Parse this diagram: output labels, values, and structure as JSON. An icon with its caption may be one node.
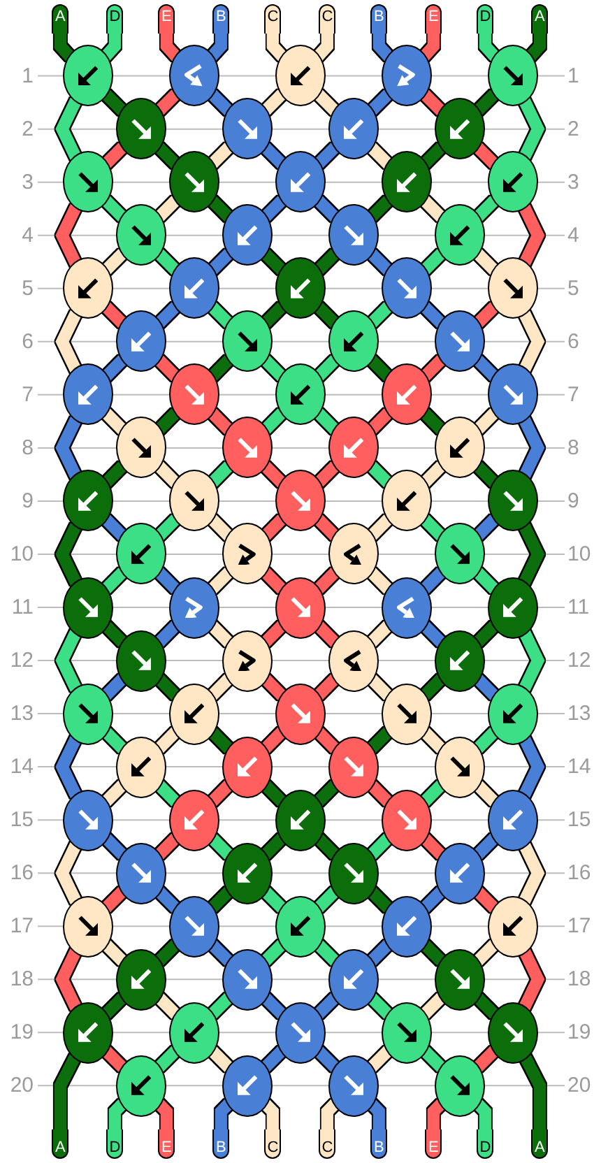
{
  "diagram": {
    "nodes": [
      {
        "text": [
          "A"
        ]
      },
      {
        "text": [
          "D"
        ]
      },
      {
        "text": [
          "E"
        ]
      },
      {
        "text": [
          "B"
        ]
      },
      {
        "text": [
          "C"
        ]
      },
      {
        "text": [
          "C"
        ]
      },
      {
        "text": [
          "B"
        ]
      },
      {
        "text": [
          "E"
        ]
      },
      {
        "text": [
          "D"
        ]
      },
      {
        "text": [
          "A"
        ]
      },
      {
        "text": [],
        "shape": "ellipse"
      },
      {
        "text": [],
        "shape": "ellipse"
      },
      {
        "text": [],
        "shape": "ellipse"
      },
      {
        "text": [],
        "shape": "ellipse"
      },
      {
        "text": [],
        "shape": "ellipse"
      },
      {
        "text": [],
        "shape": "ellipse"
      },
      {
        "text": [],
        "shape": "ellipse"
      },
      {
        "text": [],
        "shape": "ellipse"
      },
      {
        "text": [],
        "shape": "ellipse"
      },
      {
        "text": [],
        "shape": "ellipse"
      },
      {
        "text": [],
        "shape": "ellipse"
      },
      {
        "text": [],
        "shape": "ellipse"
      },
      {
        "text": [],
        "shape": "ellipse"
      },
      {
        "text": [],
        "shape": "ellipse"
      },
      {
        "text": [],
        "shape": "ellipse"
      },
      {
        "text": [],
        "shape": "ellipse"
      },
      {
        "text": [],
        "shape": "ellipse"
      },
      {
        "text": [],
        "shape": "ellipse"
      },
      {
        "text": [],
        "shape": "ellipse"
      },
      {
        "text": [],
        "shape": "ellipse"
      },
      {
        "text": [],
        "shape": "ellipse"
      },
      {
        "text": [],
        "shape": "ellipse"
      },
      {
        "text": [],
        "shape": "ellipse"
      },
      {
        "text": [],
        "shape": "ellipse"
      },
      {
        "text": [],
        "shape": "ellipse"
      },
      {
        "text": [],
        "shape": "ellipse"
      },
      {
        "text": [],
        "shape": "ellipse"
      },
      {
        "text": [],
        "shape": "ellipse"
      },
      {
        "text": [],
        "shape": "ellipse"
      },
      {
        "text": [],
        "shape": "ellipse"
      },
      {
        "text": [],
        "shape": "ellipse"
      },
      {
        "text": [],
        "shape": "ellipse"
      },
      {
        "text": [],
        "shape": "ellipse"
      },
      {
        "text": [],
        "shape": "ellipse"
      },
      {
        "text": [],
        "shape": "ellipse"
      },
      {
        "text": [],
        "shape": "ellipse"
      },
      {
        "text": [],
        "shape": "ellipse"
      },
      {
        "text": [],
        "shape": "ellipse"
      },
      {
        "text": [],
        "shape": "ellipse"
      },
      {
        "text": [],
        "shape": "ellipse"
      },
      {
        "text": [],
        "shape": "ellipse"
      },
      {
        "text": [],
        "shape": "ellipse"
      },
      {
        "text": [],
        "shape": "ellipse"
      },
      {
        "text": [],
        "shape": "ellipse"
      },
      {
        "text": [],
        "shape": "ellipse"
      },
      {
        "text": [],
        "shape": "ellipse"
      },
      {
        "text": [],
        "shape": "ellipse"
      },
      {
        "text": [],
        "shape": "ellipse"
      },
      {
        "text": [],
        "shape": "ellipse"
      },
      {
        "text": [],
        "shape": "ellipse"
      },
      {
        "text": [],
        "shape": "ellipse"
      },
      {
        "text": [],
        "shape": "ellipse"
      },
      {
        "text": [],
        "shape": "ellipse"
      },
      {
        "text": [],
        "shape": "ellipse"
      },
      {
        "text": [],
        "shape": "ellipse"
      },
      {
        "text": [],
        "shape": "ellipse"
      },
      {
        "text": [],
        "shape": "ellipse"
      },
      {
        "text": [],
        "shape": "ellipse"
      },
      {
        "text": [],
        "shape": "ellipse"
      },
      {
        "text": [],
        "shape": "ellipse"
      },
      {
        "text": [],
        "shape": "ellipse"
      },
      {
        "text": [],
        "shape": "ellipse"
      },
      {
        "text": [],
        "shape": "ellipse"
      },
      {
        "text": [],
        "shape": "ellipse"
      },
      {
        "text": [],
        "shape": "ellipse"
      },
      {
        "text": [],
        "shape": "ellipse"
      },
      {
        "text": [],
        "shape": "ellipse"
      },
      {
        "text": [],
        "shape": "ellipse"
      },
      {
        "text": [],
        "shape": "ellipse"
      },
      {
        "text": [],
        "shape": "ellipse"
      },
      {
        "text": [],
        "shape": "ellipse"
      },
      {
        "text": [],
        "shape": "ellipse"
      },
      {
        "text": [],
        "shape": "ellipse"
      },
      {
        "text": [],
        "shape": "ellipse"
      },
      {
        "text": [],
        "shape": "ellipse"
      },
      {
        "text": [],
        "shape": "ellipse"
      },
      {
        "text": [],
        "shape": "ellipse"
      },
      {
        "text": [],
        "shape": "ellipse"
      },
      {
        "text": [],
        "shape": "ellipse"
      },
      {
        "text": [],
        "shape": "ellipse"
      },
      {
        "text": [],
        "shape": "ellipse"
      },
      {
        "text": [],
        "shape": "ellipse"
      },
      {
        "text": [],
        "shape": "ellipse"
      },
      {
        "text": [],
        "shape": "ellipse"
      },
      {
        "text": [],
        "shape": "ellipse"
      },
      {
        "text": [],
        "shape": "ellipse"
      },
      {
        "text": [],
        "shape": "ellipse"
      },
      {
        "text": [],
        "shape": "ellipse"
      },
      {
        "text": [],
        "shape": "ellipse"
      },
      {
        "text": [],
        "shape": "ellipse"
      },
      {
        "text": [
          "A"
        ]
      },
      {
        "text": [
          "D"
        ]
      },
      {
        "text": [
          "E"
        ]
      },
      {
        "text": [
          "B"
        ]
      },
      {
        "text": [
          "C"
        ]
      },
      {
        "text": [
          "C"
        ]
      },
      {
        "text": [
          "B"
        ]
      },
      {
        "text": [
          "E"
        ]
      },
      {
        "text": [
          "D"
        ]
      },
      {
        "text": [
          "A"
        ]
      }
    ],
    "edges": [
      {
        "from": 0,
        "to": 10,
        "arrow": "none",
        "color": "#0b6e0b"
      },
      {
        "from": 1,
        "to": 10,
        "arrow": "none",
        "color": "#3ddf86"
      },
      {
        "from": 2,
        "to": 11,
        "arrow": "none",
        "color": "#ff5f5f"
      },
      {
        "from": 3,
        "to": 11,
        "arrow": "none",
        "color": "#4a7fd6"
      },
      {
        "from": 4,
        "to": 12,
        "arrow": "none",
        "color": "#ffe6c4"
      },
      {
        "from": 5,
        "to": 12,
        "arrow": "none",
        "color": "#ffe6c4"
      },
      {
        "from": 6,
        "to": 13,
        "arrow": "none",
        "color": "#4a7fd6"
      },
      {
        "from": 7,
        "to": 13,
        "arrow": "none",
        "color": "#ff5f5f"
      },
      {
        "from": 8,
        "to": 14,
        "arrow": "none",
        "color": "#3ddf86"
      },
      {
        "from": 9,
        "to": 14,
        "arrow": "none",
        "color": "#0b6e0b"
      },
      {
        "from": 10,
        "to": 15,
        "arrow": "none",
        "color": "#0b6e0b"
      },
      {
        "from": 11,
        "to": 15,
        "arrow": "none",
        "color": "#ff5f5f"
      },
      {
        "from": 11,
        "to": 16,
        "arrow": "none",
        "color": "#4a7fd6"
      },
      {
        "from": 12,
        "to": 16,
        "arrow": "none",
        "color": "#ffe6c4"
      },
      {
        "from": 12,
        "to": 17,
        "arrow": "none",
        "color": "#ffe6c4"
      },
      {
        "from": 13,
        "to": 17,
        "arrow": "none",
        "color": "#4a7fd6"
      },
      {
        "from": 13,
        "to": 18,
        "arrow": "none",
        "color": "#ff5f5f"
      },
      {
        "from": 14,
        "to": 18,
        "arrow": "none",
        "color": "#0b6e0b"
      },
      {
        "from": 10,
        "to": 19,
        "arrow": "none",
        "color": "#3ddf86"
      },
      {
        "from": 15,
        "to": 19,
        "arrow": "none",
        "color": "#ff5f5f"
      },
      {
        "from": 15,
        "to": 20,
        "arrow": "none",
        "color": "#0b6e0b"
      },
      {
        "from": 16,
        "to": 20,
        "arrow": "none",
        "color": "#ffe6c4"
      },
      {
        "from": 16,
        "to": 21,
        "arrow": "none",
        "color": "#4a7fd6"
      },
      {
        "from": 17,
        "to": 21,
        "arrow": "none",
        "color": "#4a7fd6"
      },
      {
        "from": 17,
        "to": 22,
        "arrow": "none",
        "color": "#ffe6c4"
      },
      {
        "from": 18,
        "to": 22,
        "arrow": "none",
        "color": "#0b6e0b"
      },
      {
        "from": 18,
        "to": 23,
        "arrow": "none",
        "color": "#ff5f5f"
      },
      {
        "from": 14,
        "to": 23,
        "arrow": "none",
        "color": "#3ddf86"
      },
      {
        "from": 19,
        "to": 24,
        "arrow": "none",
        "color": "#3ddf86"
      },
      {
        "from": 20,
        "to": 24,
        "arrow": "none",
        "color": "#ffe6c4"
      },
      {
        "from": 20,
        "to": 25,
        "arrow": "none",
        "color": "#0b6e0b"
      },
      {
        "from": 21,
        "to": 25,
        "arrow": "none",
        "color": "#4a7fd6"
      },
      {
        "from": 21,
        "to": 26,
        "arrow": "none",
        "color": "#4a7fd6"
      },
      {
        "from": 22,
        "to": 26,
        "arrow": "none",
        "color": "#0b6e0b"
      },
      {
        "from": 22,
        "to": 27,
        "arrow": "none",
        "color": "#ffe6c4"
      },
      {
        "from": 23,
        "to": 27,
        "arrow": "none",
        "color": "#3ddf86"
      },
      {
        "from": 19,
        "to": 28,
        "arrow": "none",
        "color": "#ff5f5f"
      },
      {
        "from": 24,
        "to": 28,
        "arrow": "none",
        "color": "#ffe6c4"
      },
      {
        "from": 24,
        "to": 29,
        "arrow": "none",
        "color": "#3ddf86"
      },
      {
        "from": 25,
        "to": 29,
        "arrow": "none",
        "color": "#4a7fd6"
      },
      {
        "from": 25,
        "to": 30,
        "arrow": "none",
        "color": "#0b6e0b"
      },
      {
        "from": 26,
        "to": 30,
        "arrow": "none",
        "color": "#0b6e0b"
      },
      {
        "from": 26,
        "to": 31,
        "arrow": "none",
        "color": "#4a7fd6"
      },
      {
        "from": 27,
        "to": 31,
        "arrow": "none",
        "color": "#3ddf86"
      },
      {
        "from": 27,
        "to": 32,
        "arrow": "none",
        "color": "#ffe6c4"
      },
      {
        "from": 23,
        "to": 32,
        "arrow": "none",
        "color": "#ff5f5f"
      },
      {
        "from": 28,
        "to": 33,
        "arrow": "none",
        "color": "#ff5f5f"
      },
      {
        "from": 29,
        "to": 33,
        "arrow": "none",
        "color": "#4a7fd6"
      },
      {
        "from": 29,
        "to": 34,
        "arrow": "none",
        "color": "#3ddf86"
      },
      {
        "from": 30,
        "to": 34,
        "arrow": "none",
        "color": "#0b6e0b"
      },
      {
        "from": 30,
        "to": 35,
        "arrow": "none",
        "color": "#0b6e0b"
      },
      {
        "from": 31,
        "to": 35,
        "arrow": "none",
        "color": "#3ddf86"
      },
      {
        "from": 31,
        "to": 36,
        "arrow": "none",
        "color": "#4a7fd6"
      },
      {
        "from": 32,
        "to": 36,
        "arrow": "none",
        "color": "#ff5f5f"
      },
      {
        "from": 28,
        "to": 37,
        "arrow": "none",
        "color": "#ffe6c4"
      },
      {
        "from": 33,
        "to": 37,
        "arrow": "none",
        "color": "#4a7fd6"
      },
      {
        "from": 33,
        "to": 38,
        "arrow": "none",
        "color": "#ff5f5f"
      },
      {
        "from": 34,
        "to": 38,
        "arrow": "none",
        "color": "#0b6e0b"
      },
      {
        "from": 34,
        "to": 39,
        "arrow": "none",
        "color": "#3ddf86"
      },
      {
        "from": 35,
        "to": 39,
        "arrow": "none",
        "color": "#3ddf86"
      },
      {
        "from": 35,
        "to": 40,
        "arrow": "none",
        "color": "#0b6e0b"
      },
      {
        "from": 36,
        "to": 40,
        "arrow": "none",
        "color": "#ff5f5f"
      },
      {
        "from": 36,
        "to": 41,
        "arrow": "none",
        "color": "#4a7fd6"
      },
      {
        "from": 32,
        "to": 41,
        "arrow": "none",
        "color": "#ffe6c4"
      },
      {
        "from": 37,
        "to": 42,
        "arrow": "none",
        "color": "#ffe6c4"
      },
      {
        "from": 38,
        "to": 42,
        "arrow": "none",
        "color": "#0b6e0b"
      },
      {
        "from": 38,
        "to": 43,
        "arrow": "none",
        "color": "#ff5f5f"
      },
      {
        "from": 39,
        "to": 43,
        "arrow": "none",
        "color": "#3ddf86"
      },
      {
        "from": 39,
        "to": 44,
        "arrow": "none",
        "color": "#3ddf86"
      },
      {
        "from": 40,
        "to": 44,
        "arrow": "none",
        "color": "#ff5f5f"
      },
      {
        "from": 40,
        "to": 45,
        "arrow": "none",
        "color": "#0b6e0b"
      },
      {
        "from": 41,
        "to": 45,
        "arrow": "none",
        "color": "#ffe6c4"
      },
      {
        "from": 37,
        "to": 46,
        "arrow": "none",
        "color": "#4a7fd6"
      },
      {
        "from": 42,
        "to": 46,
        "arrow": "none",
        "color": "#0b6e0b"
      },
      {
        "from": 42,
        "to": 47,
        "arrow": "none",
        "color": "#ffe6c4"
      },
      {
        "from": 43,
        "to": 47,
        "arrow": "none",
        "color": "#3ddf86"
      },
      {
        "from": 43,
        "to": 48,
        "arrow": "none",
        "color": "#ff5f5f"
      },
      {
        "from": 44,
        "to": 48,
        "arrow": "none",
        "color": "#ff5f5f"
      },
      {
        "from": 44,
        "to": 49,
        "arrow": "none",
        "color": "#3ddf86"
      },
      {
        "from": 45,
        "to": 49,
        "arrow": "none",
        "color": "#ffe6c4"
      },
      {
        "from": 45,
        "to": 50,
        "arrow": "none",
        "color": "#0b6e0b"
      },
      {
        "from": 41,
        "to": 50,
        "arrow": "none",
        "color": "#4a7fd6"
      },
      {
        "from": 46,
        "to": 51,
        "arrow": "none",
        "color": "#4a7fd6"
      },
      {
        "from": 47,
        "to": 51,
        "arrow": "none",
        "color": "#3ddf86"
      },
      {
        "from": 47,
        "to": 52,
        "arrow": "none",
        "color": "#ffe6c4"
      },
      {
        "from": 48,
        "to": 52,
        "arrow": "none",
        "color": "#ff5f5f"
      },
      {
        "from": 48,
        "to": 53,
        "arrow": "none",
        "color": "#ff5f5f"
      },
      {
        "from": 49,
        "to": 53,
        "arrow": "none",
        "color": "#ffe6c4"
      },
      {
        "from": 49,
        "to": 54,
        "arrow": "none",
        "color": "#3ddf86"
      },
      {
        "from": 50,
        "to": 54,
        "arrow": "none",
        "color": "#4a7fd6"
      },
      {
        "from": 46,
        "to": 55,
        "arrow": "none",
        "color": "#0b6e0b"
      },
      {
        "from": 51,
        "to": 55,
        "arrow": "none",
        "color": "#3ddf86"
      },
      {
        "from": 51,
        "to": 56,
        "arrow": "none",
        "color": "#4a7fd6"
      },
      {
        "from": 52,
        "to": 56,
        "arrow": "none",
        "color": "#ffe6c4"
      },
      {
        "from": 52,
        "to": 57,
        "arrow": "none",
        "color": "#ff5f5f"
      },
      {
        "from": 53,
        "to": 57,
        "arrow": "none",
        "color": "#ff5f5f"
      },
      {
        "from": 53,
        "to": 58,
        "arrow": "none",
        "color": "#ffe6c4"
      },
      {
        "from": 54,
        "to": 58,
        "arrow": "none",
        "color": "#4a7fd6"
      },
      {
        "from": 54,
        "to": 59,
        "arrow": "none",
        "color": "#3ddf86"
      },
      {
        "from": 50,
        "to": 59,
        "arrow": "none",
        "color": "#0b6e0b"
      },
      {
        "from": 55,
        "to": 60,
        "arrow": "none",
        "color": "#0b6e0b"
      },
      {
        "from": 56,
        "to": 60,
        "arrow": "none",
        "color": "#4a7fd6"
      },
      {
        "from": 56,
        "to": 61,
        "arrow": "none",
        "color": "#ffe6c4"
      },
      {
        "from": 57,
        "to": 61,
        "arrow": "none",
        "color": "#ff5f5f"
      },
      {
        "from": 57,
        "to": 62,
        "arrow": "none",
        "color": "#ff5f5f"
      },
      {
        "from": 58,
        "to": 62,
        "arrow": "none",
        "color": "#ffe6c4"
      },
      {
        "from": 58,
        "to": 63,
        "arrow": "none",
        "color": "#4a7fd6"
      },
      {
        "from": 59,
        "to": 63,
        "arrow": "none",
        "color": "#0b6e0b"
      },
      {
        "from": 55,
        "to": 64,
        "arrow": "none",
        "color": "#3ddf86"
      },
      {
        "from": 60,
        "to": 64,
        "arrow": "none",
        "color": "#4a7fd6"
      },
      {
        "from": 60,
        "to": 65,
        "arrow": "none",
        "color": "#0b6e0b"
      },
      {
        "from": 61,
        "to": 65,
        "arrow": "none",
        "color": "#ffe6c4"
      },
      {
        "from": 61,
        "to": 66,
        "arrow": "none",
        "color": "#ff5f5f"
      },
      {
        "from": 62,
        "to": 66,
        "arrow": "none",
        "color": "#ff5f5f"
      },
      {
        "from": 62,
        "to": 67,
        "arrow": "none",
        "color": "#ffe6c4"
      },
      {
        "from": 63,
        "to": 67,
        "arrow": "none",
        "color": "#0b6e0b"
      },
      {
        "from": 63,
        "to": 68,
        "arrow": "none",
        "color": "#4a7fd6"
      },
      {
        "from": 59,
        "to": 68,
        "arrow": "none",
        "color": "#3ddf86"
      },
      {
        "from": 64,
        "to": 69,
        "arrow": "none",
        "color": "#3ddf86"
      },
      {
        "from": 65,
        "to": 69,
        "arrow": "none",
        "color": "#ffe6c4"
      },
      {
        "from": 65,
        "to": 70,
        "arrow": "none",
        "color": "#0b6e0b"
      },
      {
        "from": 66,
        "to": 70,
        "arrow": "none",
        "color": "#ff5f5f"
      },
      {
        "from": 66,
        "to": 71,
        "arrow": "none",
        "color": "#ff5f5f"
      },
      {
        "from": 67,
        "to": 71,
        "arrow": "none",
        "color": "#0b6e0b"
      },
      {
        "from": 67,
        "to": 72,
        "arrow": "none",
        "color": "#ffe6c4"
      },
      {
        "from": 68,
        "to": 72,
        "arrow": "none",
        "color": "#3ddf86"
      },
      {
        "from": 64,
        "to": 73,
        "arrow": "none",
        "color": "#4a7fd6"
      },
      {
        "from": 69,
        "to": 73,
        "arrow": "none",
        "color": "#ffe6c4"
      },
      {
        "from": 69,
        "to": 74,
        "arrow": "none",
        "color": "#3ddf86"
      },
      {
        "from": 70,
        "to": 74,
        "arrow": "none",
        "color": "#ff5f5f"
      },
      {
        "from": 70,
        "to": 75,
        "arrow": "none",
        "color": "#0b6e0b"
      },
      {
        "from": 71,
        "to": 75,
        "arrow": "none",
        "color": "#0b6e0b"
      },
      {
        "from": 71,
        "to": 76,
        "arrow": "none",
        "color": "#ff5f5f"
      },
      {
        "from": 72,
        "to": 76,
        "arrow": "none",
        "color": "#3ddf86"
      },
      {
        "from": 72,
        "to": 77,
        "arrow": "none",
        "color": "#ffe6c4"
      },
      {
        "from": 68,
        "to": 77,
        "arrow": "none",
        "color": "#4a7fd6"
      },
      {
        "from": 73,
        "to": 78,
        "arrow": "none",
        "color": "#4a7fd6"
      },
      {
        "from": 74,
        "to": 78,
        "arrow": "none",
        "color": "#ff5f5f"
      },
      {
        "from": 74,
        "to": 79,
        "arrow": "none",
        "color": "#3ddf86"
      },
      {
        "from": 75,
        "to": 79,
        "arrow": "none",
        "color": "#0b6e0b"
      },
      {
        "from": 75,
        "to": 80,
        "arrow": "none",
        "color": "#0b6e0b"
      },
      {
        "from": 76,
        "to": 80,
        "arrow": "none",
        "color": "#3ddf86"
      },
      {
        "from": 76,
        "to": 81,
        "arrow": "none",
        "color": "#ff5f5f"
      },
      {
        "from": 77,
        "to": 81,
        "arrow": "none",
        "color": "#4a7fd6"
      },
      {
        "from": 73,
        "to": 82,
        "arrow": "none",
        "color": "#ffe6c4"
      },
      {
        "from": 78,
        "to": 82,
        "arrow": "none",
        "color": "#ff5f5f"
      },
      {
        "from": 78,
        "to": 83,
        "arrow": "none",
        "color": "#4a7fd6"
      },
      {
        "from": 79,
        "to": 83,
        "arrow": "none",
        "color": "#0b6e0b"
      },
      {
        "from": 79,
        "to": 84,
        "arrow": "none",
        "color": "#3ddf86"
      },
      {
        "from": 80,
        "to": 84,
        "arrow": "none",
        "color": "#3ddf86"
      },
      {
        "from": 80,
        "to": 85,
        "arrow": "none",
        "color": "#0b6e0b"
      },
      {
        "from": 81,
        "to": 85,
        "arrow": "none",
        "color": "#4a7fd6"
      },
      {
        "from": 81,
        "to": 86,
        "arrow": "none",
        "color": "#ff5f5f"
      },
      {
        "from": 77,
        "to": 86,
        "arrow": "none",
        "color": "#ffe6c4"
      },
      {
        "from": 82,
        "to": 87,
        "arrow": "none",
        "color": "#ffe6c4"
      },
      {
        "from": 83,
        "to": 87,
        "arrow": "none",
        "color": "#0b6e0b"
      },
      {
        "from": 83,
        "to": 88,
        "arrow": "none",
        "color": "#4a7fd6"
      },
      {
        "from": 84,
        "to": 88,
        "arrow": "none",
        "color": "#3ddf86"
      },
      {
        "from": 84,
        "to": 89,
        "arrow": "none",
        "color": "#3ddf86"
      },
      {
        "from": 85,
        "to": 89,
        "arrow": "none",
        "color": "#4a7fd6"
      },
      {
        "from": 85,
        "to": 90,
        "arrow": "none",
        "color": "#0b6e0b"
      },
      {
        "from": 86,
        "to": 90,
        "arrow": "none",
        "color": "#ffe6c4"
      },
      {
        "from": 82,
        "to": 91,
        "arrow": "none",
        "color": "#ff5f5f"
      },
      {
        "from": 87,
        "to": 91,
        "arrow": "none",
        "color": "#0b6e0b"
      },
      {
        "from": 87,
        "to": 92,
        "arrow": "none",
        "color": "#ffe6c4"
      },
      {
        "from": 88,
        "to": 92,
        "arrow": "none",
        "color": "#3ddf86"
      },
      {
        "from": 88,
        "to": 93,
        "arrow": "none",
        "color": "#4a7fd6"
      },
      {
        "from": 89,
        "to": 93,
        "arrow": "none",
        "color": "#4a7fd6"
      },
      {
        "from": 89,
        "to": 94,
        "arrow": "none",
        "color": "#3ddf86"
      },
      {
        "from": 90,
        "to": 94,
        "arrow": "none",
        "color": "#ffe6c4"
      },
      {
        "from": 90,
        "to": 95,
        "arrow": "none",
        "color": "#0b6e0b"
      },
      {
        "from": 86,
        "to": 95,
        "arrow": "none",
        "color": "#ff5f5f"
      },
      {
        "from": 91,
        "to": 96,
        "arrow": "none",
        "color": "#ff5f5f"
      },
      {
        "from": 92,
        "to": 96,
        "arrow": "none",
        "color": "#3ddf86"
      },
      {
        "from": 92,
        "to": 97,
        "arrow": "none",
        "color": "#ffe6c4"
      },
      {
        "from": 93,
        "to": 97,
        "arrow": "none",
        "color": "#4a7fd6"
      },
      {
        "from": 93,
        "to": 98,
        "arrow": "none",
        "color": "#4a7fd6"
      },
      {
        "from": 94,
        "to": 98,
        "arrow": "none",
        "color": "#ffe6c4"
      },
      {
        "from": 94,
        "to": 99,
        "arrow": "none",
        "color": "#3ddf86"
      },
      {
        "from": 95,
        "to": 99,
        "arrow": "none",
        "color": "#ff5f5f"
      },
      {
        "from": 91,
        "to": 100,
        "arrow": "none",
        "color": "#0b6e0b"
      },
      {
        "from": 96,
        "to": 101,
        "arrow": "none",
        "color": "#3ddf86"
      },
      {
        "from": 96,
        "to": 102,
        "arrow": "none",
        "color": "#ff5f5f"
      },
      {
        "from": 97,
        "to": 103,
        "arrow": "none",
        "color": "#4a7fd6"
      },
      {
        "from": 97,
        "to": 104,
        "arrow": "none",
        "color": "#ffe6c4"
      },
      {
        "from": 98,
        "to": 105,
        "arrow": "none",
        "color": "#ffe6c4"
      },
      {
        "from": 98,
        "to": 106,
        "arrow": "none",
        "color": "#4a7fd6"
      },
      {
        "from": 99,
        "to": 107,
        "arrow": "none",
        "color": "#ff5f5f"
      },
      {
        "from": 99,
        "to": 108,
        "arrow": "none",
        "color": "#3ddf86"
      },
      {
        "from": 95,
        "to": 109,
        "arrow": "none",
        "color": "#0b6e0b"
      }
    ],
    "labels": [
      "1",
      "1",
      "2",
      "2",
      "3",
      "3",
      "4",
      "4",
      "5",
      "5",
      "6",
      "6",
      "7",
      "7",
      "8",
      "8",
      "9",
      "9",
      "10",
      "10",
      "11",
      "11",
      "12",
      "12",
      "13",
      "13",
      "14",
      "14",
      "15",
      "15",
      "16",
      "16",
      "17",
      "17",
      "18",
      "18",
      "19",
      "19",
      "20",
      "20"
    ]
  }
}
